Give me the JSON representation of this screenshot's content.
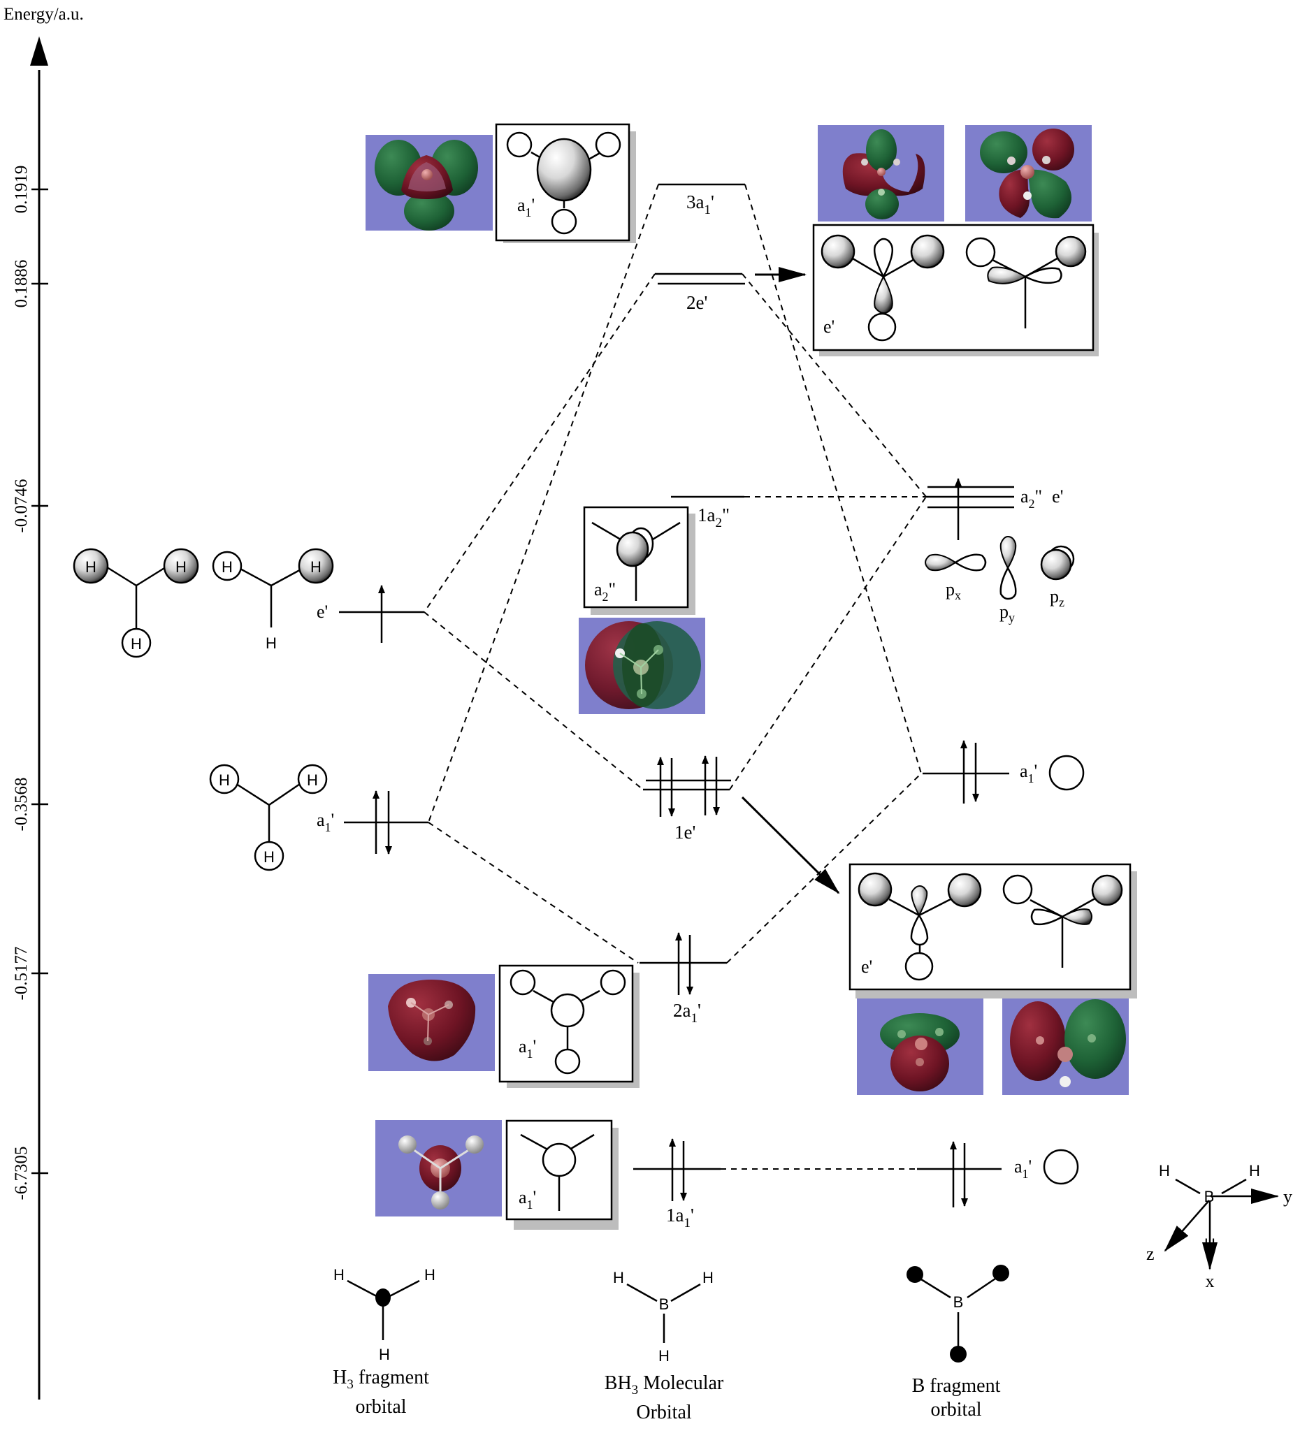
{
  "axis": {
    "label": "Energy/a.u.",
    "ticks": [
      "0.1919",
      "0.1886",
      "-0.0746",
      "-0.3568",
      "-0.5177",
      "-6.7305"
    ]
  },
  "h3_fragment": {
    "levels": [
      {
        "symmetry": "e'",
        "electrons": 1
      },
      {
        "symmetry": "a1'",
        "electrons": 2
      }
    ],
    "atom_label": "H",
    "caption_line1": "H",
    "caption_sub": "3",
    "caption_rest": " fragment",
    "caption_line2": "orbital"
  },
  "bh3_mo": {
    "levels": [
      {
        "name": "3a1'",
        "main": "3a",
        "sub": "1",
        "sup": "'",
        "electrons": 0,
        "degeneracy": 1,
        "energy": "0.1919"
      },
      {
        "name": "2e'",
        "main": "2e'",
        "sub": "",
        "sup": "",
        "electrons": 0,
        "degeneracy": 2,
        "energy": "0.1886"
      },
      {
        "name": "1a2''",
        "main": "1a",
        "sub": "2",
        "sup": "\"",
        "electrons": 0,
        "degeneracy": 1,
        "energy": "-0.0746"
      },
      {
        "name": "1e'",
        "main": "1e'",
        "sub": "",
        "sup": "",
        "electrons": 4,
        "degeneracy": 2,
        "energy": "-0.3568"
      },
      {
        "name": "2a1'",
        "main": "2a",
        "sub": "1",
        "sup": "'",
        "electrons": 2,
        "degeneracy": 1,
        "energy": "-0.5177"
      },
      {
        "name": "1a1'",
        "main": "1a",
        "sub": "1",
        "sup": "'",
        "electrons": 2,
        "degeneracy": 1,
        "energy": "-6.7305"
      }
    ],
    "caption_line1": "BH",
    "caption_sub": "3",
    "caption_rest": " Molecular",
    "caption_line2": "Orbital"
  },
  "b_fragment": {
    "levels": [
      {
        "symmetry": "a2'' e'",
        "electrons": 1,
        "degeneracy": 3
      },
      {
        "symmetry": "a1'",
        "electrons": 2,
        "degeneracy": 1
      },
      {
        "symmetry": "a1'",
        "electrons": 2,
        "degeneracy": 1
      }
    ],
    "p_orbitals": [
      "px",
      "py",
      "pz"
    ],
    "caption_line1": "B fragment",
    "caption_line2": "orbital"
  },
  "box_labels": {
    "a1": "a",
    "a1_sub": "1",
    "prime": "'",
    "a2": "a",
    "a2_sub": "2",
    "dprime": "\"",
    "e_prime": "e'"
  },
  "p_labels": {
    "p": "p",
    "x": "x",
    "y": "y",
    "z": "z"
  },
  "coord_axes": {
    "x": "x",
    "y": "y",
    "z": "z",
    "atom_B": "B",
    "atom_H": "H"
  },
  "colors": {
    "mo_background": "#7f7fcc",
    "lobe_positive": "#7a1a2a",
    "lobe_negative": "#1f6b3a"
  }
}
